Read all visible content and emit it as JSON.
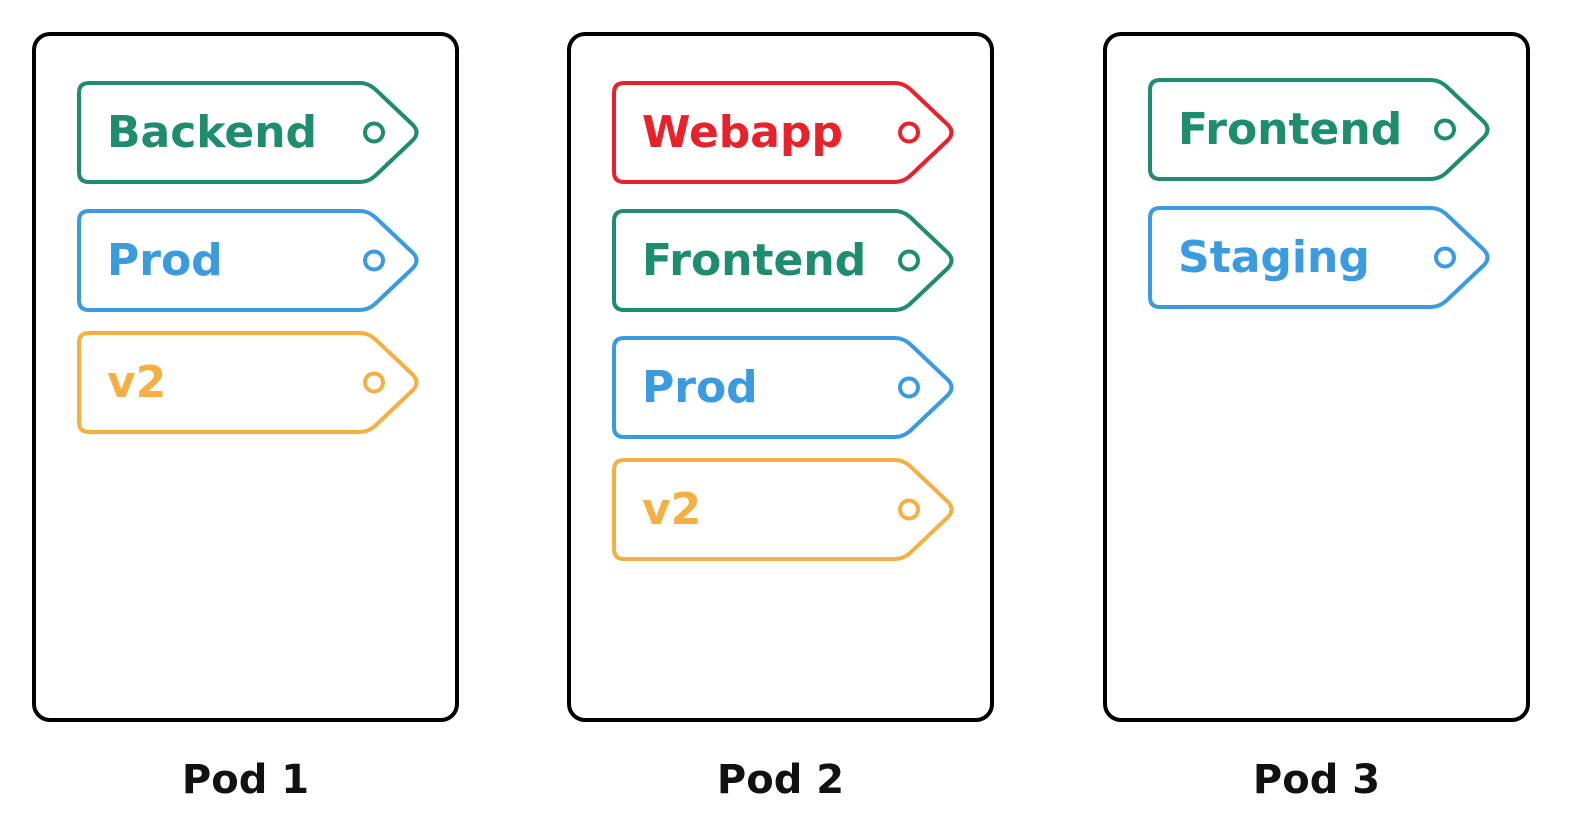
{
  "colors": {
    "green": "#1e8c6e",
    "blue": "#3b9be0",
    "orange": "#f5b043",
    "red": "#e8212b",
    "border": "#000000"
  },
  "pods": [
    {
      "title": "Pod 1",
      "labels": [
        {
          "text": "Backend",
          "color": "green"
        },
        {
          "text": "Prod",
          "color": "blue"
        },
        {
          "text": "v2",
          "color": "orange"
        }
      ]
    },
    {
      "title": "Pod 2",
      "labels": [
        {
          "text": "Webapp",
          "color": "red"
        },
        {
          "text": "Frontend",
          "color": "green"
        },
        {
          "text": "Prod",
          "color": "blue"
        },
        {
          "text": "v2",
          "color": "orange"
        }
      ]
    },
    {
      "title": "Pod 3",
      "labels": [
        {
          "text": "Frontend",
          "color": "green"
        },
        {
          "text": "Staging",
          "color": "blue"
        }
      ]
    }
  ]
}
